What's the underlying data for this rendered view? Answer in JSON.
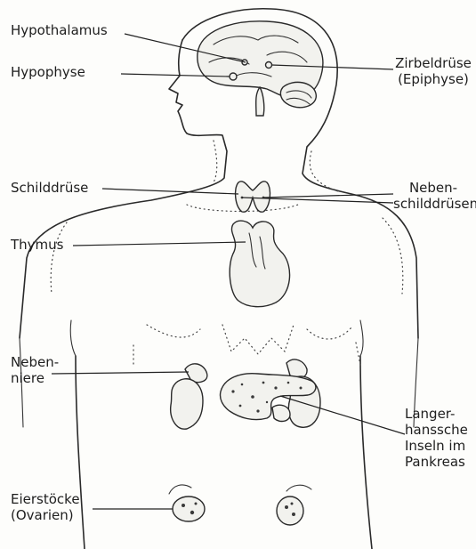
{
  "labels": {
    "hypothalamus": "Hypothalamus",
    "hypophyse": "Hypophyse",
    "zirbeldruese": "Zirbeldrüse\n(Epiphyse)",
    "schilddruese": "Schilddrüse",
    "nebenschilddruesen": "Neben-\nschilddrüsen",
    "thymus": "Thymus",
    "nebenniere": "Neben-\nniere",
    "langerhans": "Langer-\nhanssche\nInseln im\nPankreas",
    "eierstoecke": "Eierstöcke\n(Ovarien)"
  },
  "colors": {
    "ink": "#2a2a2a",
    "paper": "#fdfdfb",
    "organ_fill": "#f2f2ee"
  }
}
